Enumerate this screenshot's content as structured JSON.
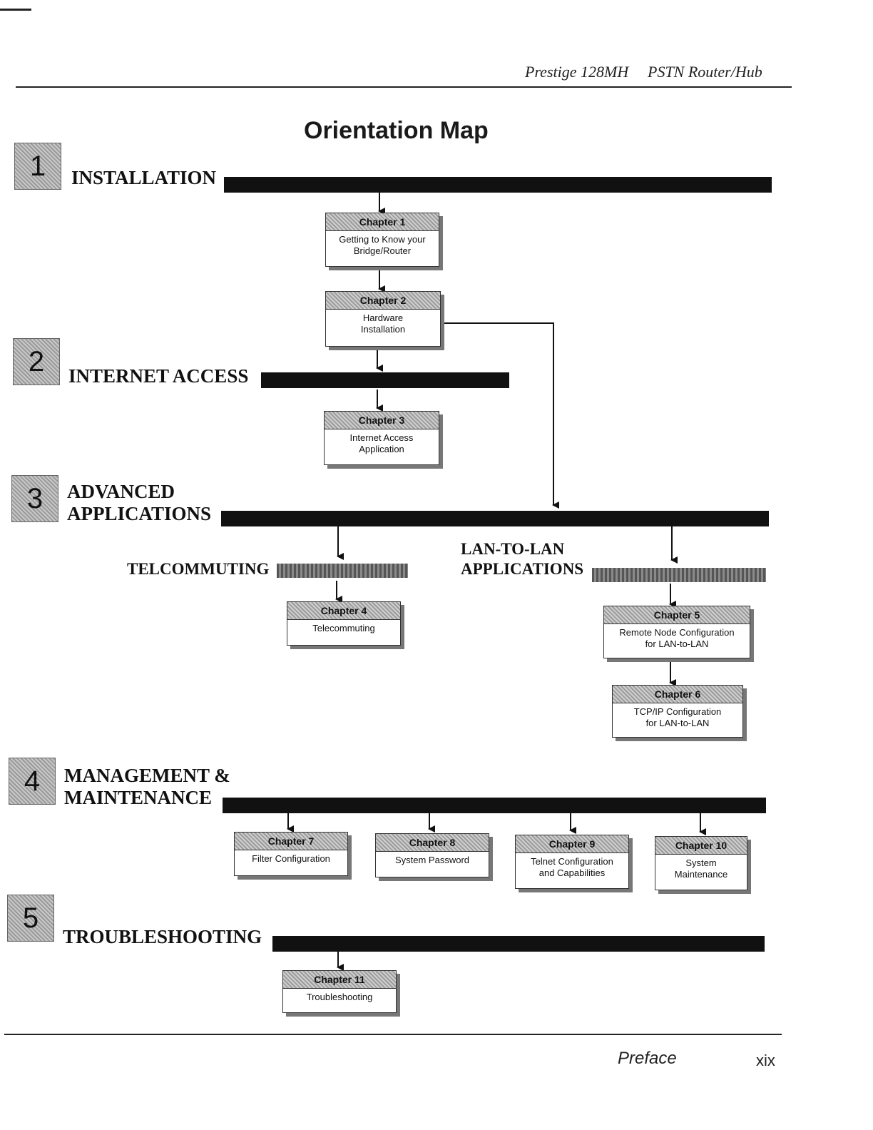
{
  "header": {
    "product": "Prestige 128MH",
    "device": "PSTN Router/Hub"
  },
  "title": "Orientation Map",
  "sections": [
    {
      "number": "1",
      "label": "INSTALLATION"
    },
    {
      "number": "2",
      "label": "INTERNET ACCESS"
    },
    {
      "number": "3",
      "label_line1": "ADVANCED",
      "label_line2": "APPLICATIONS"
    },
    {
      "number": "4",
      "label_line1": "MANAGEMENT &",
      "label_line2": "MAINTENANCE"
    },
    {
      "number": "5",
      "label": "TROUBLESHOOTING"
    }
  ],
  "subsections": {
    "telcommuting": "TELCOMMUTING",
    "lan_line1": "LAN-TO-LAN",
    "lan_line2": "APPLICATIONS"
  },
  "chapters": [
    {
      "head": "Chapter 1",
      "line1": "Getting to Know your",
      "line2": "Bridge/Router"
    },
    {
      "head": "Chapter 2",
      "line1": "Hardware",
      "line2": "Installation"
    },
    {
      "head": "Chapter 3",
      "line1": "Internet Access",
      "line2": "Application"
    },
    {
      "head": "Chapter 4",
      "line1": "Telecommuting",
      "line2": ""
    },
    {
      "head": "Chapter 5",
      "line1": "Remote Node Configuration",
      "line2": "for LAN-to-LAN"
    },
    {
      "head": "Chapter 6",
      "line1": "TCP/IP Configuration",
      "line2": "for LAN-to-LAN"
    },
    {
      "head": "Chapter 7",
      "line1": "Filter Configuration",
      "line2": ""
    },
    {
      "head": "Chapter 8",
      "line1": "System Password",
      "line2": ""
    },
    {
      "head": "Chapter 9",
      "line1": "Telnet Configuration",
      "line2": "and Capabilities"
    },
    {
      "head": "Chapter 10",
      "line1": "System",
      "line2": "Maintenance"
    },
    {
      "head": "Chapter 11",
      "line1": "Troubleshooting",
      "line2": ""
    }
  ],
  "footer": {
    "section": "Preface",
    "page": "xix"
  }
}
